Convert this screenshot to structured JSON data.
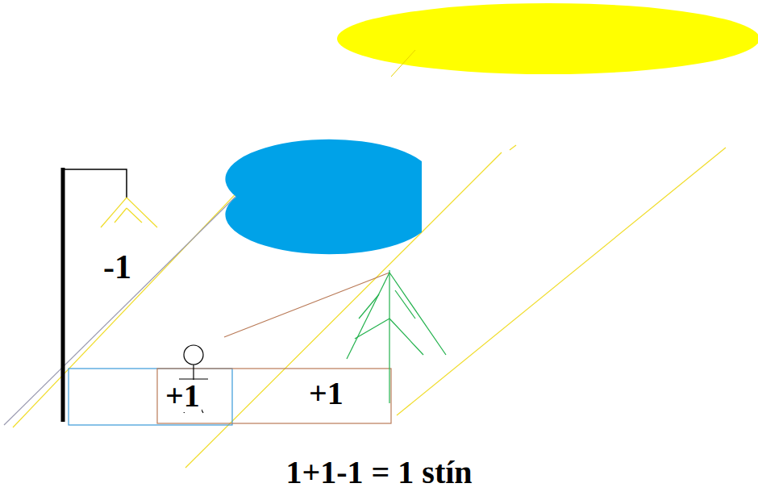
{
  "diagram": {
    "caption": "1+1-1 = 1 stín",
    "labels": [
      "-1",
      "+1",
      "+1"
    ]
  }
}
